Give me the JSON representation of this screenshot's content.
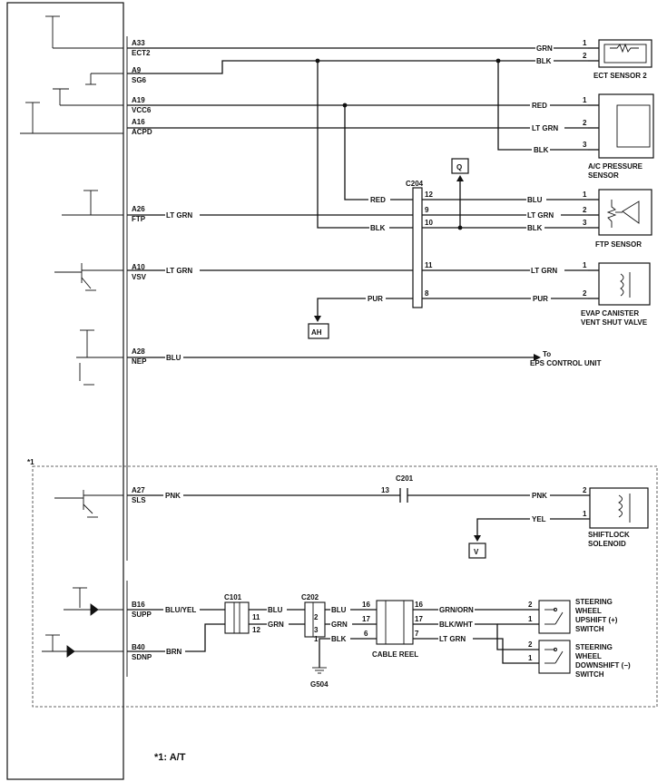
{
  "ecm_pins": [
    {
      "id": "a33",
      "pin": "A33",
      "name": "ECT2"
    },
    {
      "id": "a9",
      "pin": "A9",
      "name": "SG6"
    },
    {
      "id": "a19",
      "pin": "A19",
      "name": "VCC6"
    },
    {
      "id": "a16",
      "pin": "A16",
      "name": "ACPD"
    },
    {
      "id": "a26",
      "pin": "A26",
      "name": "FTP"
    },
    {
      "id": "a10",
      "pin": "A10",
      "name": "VSV"
    },
    {
      "id": "a28",
      "pin": "A28",
      "name": "NEP"
    },
    {
      "id": "a27",
      "pin": "A27",
      "name": "SLS"
    },
    {
      "id": "b16",
      "pin": "B16",
      "name": "SUPP"
    },
    {
      "id": "b40",
      "pin": "B40",
      "name": "SDNP"
    }
  ],
  "wire_colors": {
    "grn": "GRN",
    "blk": "BLK",
    "red": "RED",
    "lt_grn": "LT GRN",
    "blu": "BLU",
    "pur": "PUR",
    "pnk": "PNK",
    "yel": "YEL",
    "blu_yel": "BLU/YEL",
    "brn": "BRN",
    "grn_orn": "GRN/ORN",
    "blk_wht": "BLK/WHT"
  },
  "connectors": {
    "c204": "C204",
    "c201": "C201",
    "c101": "C101",
    "c202": "C202",
    "cable_reel": "CABLE REEL",
    "g504": "G504",
    "ref_q": "Q",
    "ref_ah": "AH",
    "ref_v": "V"
  },
  "pin_numbers": {
    "c204": [
      "12",
      "9",
      "10",
      "11",
      "8"
    ],
    "c201": "13",
    "c101": [
      "11",
      "12"
    ],
    "c202": [
      "2",
      "3",
      "1"
    ],
    "reel_left": [
      "16",
      "17",
      "6"
    ],
    "reel_right": [
      "16",
      "17",
      "7"
    ],
    "ect": [
      "1",
      "2"
    ],
    "ac": [
      "1",
      "2",
      "3"
    ],
    "ftp": [
      "1",
      "2",
      "3"
    ],
    "evap": [
      "1",
      "2"
    ],
    "shift": [
      "2",
      "1"
    ],
    "up": [
      "2",
      "1"
    ],
    "down": [
      "2",
      "1"
    ]
  },
  "components": {
    "ect_sensor": "ECT SENSOR 2",
    "ac_sensor": [
      "A/C PRESSURE",
      "SENSOR"
    ],
    "ftp_sensor": "FTP SENSOR",
    "evap_valve": [
      "EVAP CANISTER",
      "VENT SHUT VALVE"
    ],
    "eps": [
      "To",
      "EPS CONTROL UNIT"
    ],
    "shiftlock": [
      "SHIFTLOCK",
      "SOLENOID"
    ],
    "upshift": [
      "STEERING",
      "WHEEL",
      "UPSHIFT (+)",
      "SWITCH"
    ],
    "downshift": [
      "STEERING",
      "WHEEL",
      "DOWNSHIFT (−)",
      "SWITCH"
    ]
  },
  "note_mark": "*1",
  "footnote": "*1: A/T"
}
